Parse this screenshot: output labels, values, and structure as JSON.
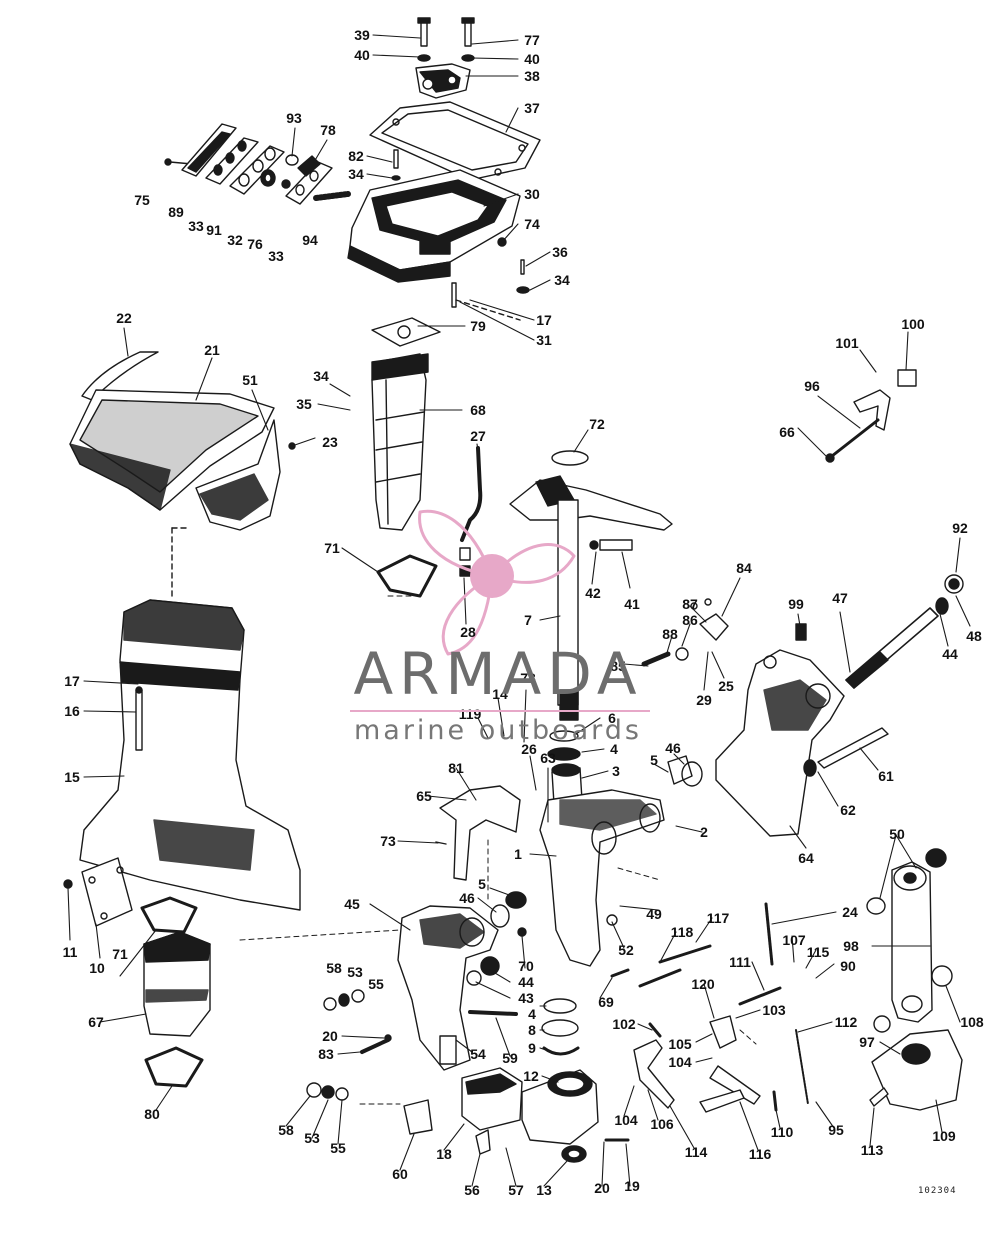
{
  "watermark": {
    "title": "ARMADA",
    "subtitle": "marine outboards",
    "accent_color": "#e7a8c8",
    "logo_icon": "propeller-logo-icon"
  },
  "drawing_code": "102304",
  "part_labels": [
    "39",
    "77",
    "40",
    "40",
    "38",
    "37",
    "93",
    "78",
    "82",
    "34",
    "30",
    "75",
    "89",
    "33",
    "91",
    "32",
    "76",
    "33",
    "94",
    "74",
    "36",
    "34",
    "17",
    "31",
    "22",
    "21",
    "79",
    "51",
    "34",
    "35",
    "68",
    "23",
    "27",
    "72",
    "100",
    "101",
    "96",
    "66",
    "71",
    "42",
    "41",
    "7",
    "28",
    "84",
    "87",
    "86",
    "88",
    "85",
    "29",
    "25",
    "92",
    "99",
    "47",
    "44",
    "48",
    "17",
    "16",
    "15",
    "73",
    "14",
    "119",
    "6",
    "26",
    "4",
    "63",
    "3",
    "46",
    "5",
    "81",
    "65",
    "73",
    "61",
    "62",
    "2",
    "1",
    "64",
    "50",
    "5",
    "46",
    "45",
    "11",
    "10",
    "71",
    "67",
    "49",
    "24",
    "117",
    "52",
    "118",
    "70",
    "44",
    "43",
    "58",
    "53",
    "55",
    "69",
    "98",
    "107",
    "115",
    "90",
    "111",
    "120",
    "103",
    "112",
    "102",
    "108",
    "97",
    "20",
    "83",
    "54",
    "59",
    "4",
    "8",
    "9",
    "105",
    "104",
    "12",
    "80",
    "58",
    "53",
    "55",
    "104",
    "106",
    "110",
    "95",
    "109",
    "60",
    "18",
    "56",
    "57",
    "13",
    "20",
    "19",
    "114",
    "116",
    "113"
  ]
}
